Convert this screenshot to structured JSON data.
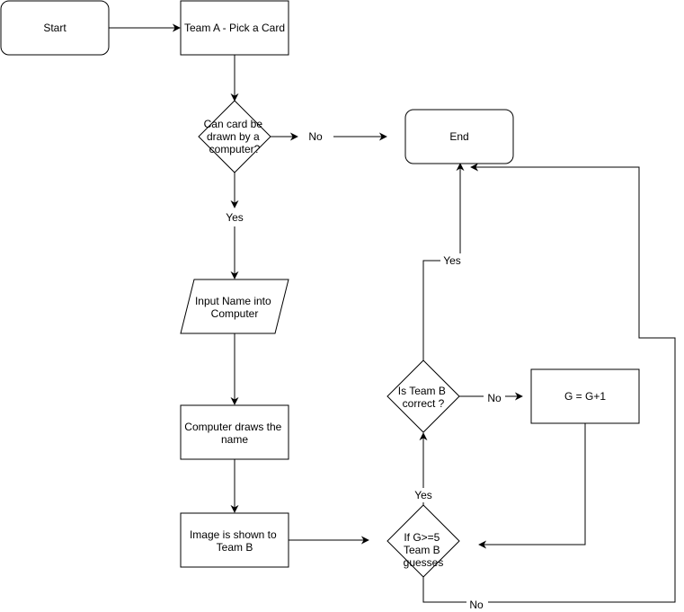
{
  "diagram": {
    "nodes": {
      "start": {
        "lines": [
          "Start"
        ]
      },
      "team_a_pick": {
        "lines": [
          "Team A - Pick a Card"
        ]
      },
      "can_draw": {
        "lines": [
          "Can card be",
          "drawn by a",
          "computer?"
        ]
      },
      "end": {
        "lines": [
          "End"
        ]
      },
      "input_name": {
        "lines": [
          "Input Name into",
          "Computer"
        ]
      },
      "computer_draws": {
        "lines": [
          "Computer draws the",
          "name"
        ]
      },
      "image_shown": {
        "lines": [
          "Image is shown to",
          "Team B"
        ]
      },
      "team_b_correct": {
        "lines": [
          "Is Team B",
          "correct ?"
        ]
      },
      "g_increment": {
        "lines": [
          "G = G+1"
        ]
      },
      "g_check": {
        "lines": [
          "If G>=5",
          "Team B",
          "guesses"
        ]
      }
    },
    "edge_labels": {
      "can_draw_no": "No",
      "can_draw_yes": "Yes",
      "correct_yes": "Yes",
      "correct_no": "No",
      "guess_yes": "Yes",
      "guess_no": "No"
    }
  }
}
